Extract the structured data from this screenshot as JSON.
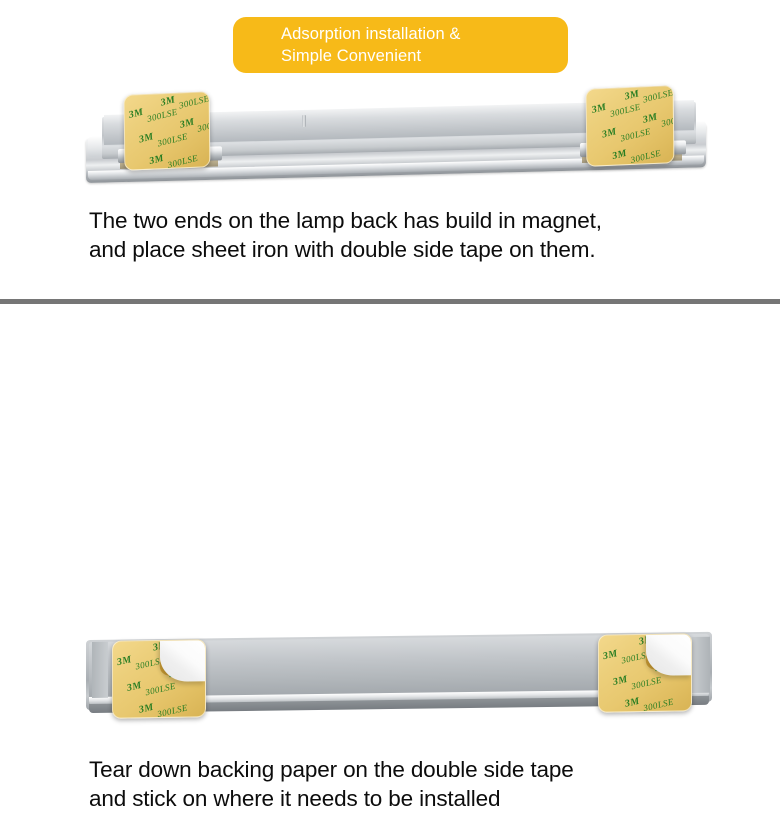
{
  "banner": {
    "line1": "Adsorption installation &",
    "line2": "Simple Convenient",
    "background_color": "#F7BA18",
    "text_color": "#FFFFFF"
  },
  "divider": {
    "color": "#767676"
  },
  "sections": [
    {
      "id": "section-one",
      "caption": {
        "line1": "The two ends on the lamp back has build in magnet,",
        "line2": "and place  sheet iron with double side tape on them."
      },
      "figure": {
        "name": "lamp-bar-with-magnet-plates",
        "view": "angled-perspective",
        "tape_pads": 2,
        "liner_peeled": false
      }
    },
    {
      "id": "section-two",
      "caption": {
        "line1": "Tear down backing paper on the double side tape",
        "line2": "and stick on where it needs to be installed"
      },
      "figure": {
        "name": "lamp-bar-with-peeling-tape",
        "view": "flat-top-down",
        "tape_pads": 2,
        "liner_peeled": true
      }
    }
  ],
  "tape": {
    "brand": "3M",
    "code": "300LSE",
    "print_color": "#1F7A1F",
    "adhesive_color": "#E8C86F",
    "rows": [
      {
        "brand": "3M",
        "code": "300LSE"
      },
      {
        "brand": "3M",
        "code": "300LSE"
      },
      {
        "brand": "3M",
        "code": "300LSE"
      },
      {
        "brand": "3M",
        "code": "300LSE"
      },
      {
        "brand": "3M",
        "code": "300LSE"
      },
      {
        "brand": "3M",
        "code": "300LSE"
      }
    ]
  },
  "caption_text_color": "#0C0C0C",
  "page_background": "#FFFFFF"
}
